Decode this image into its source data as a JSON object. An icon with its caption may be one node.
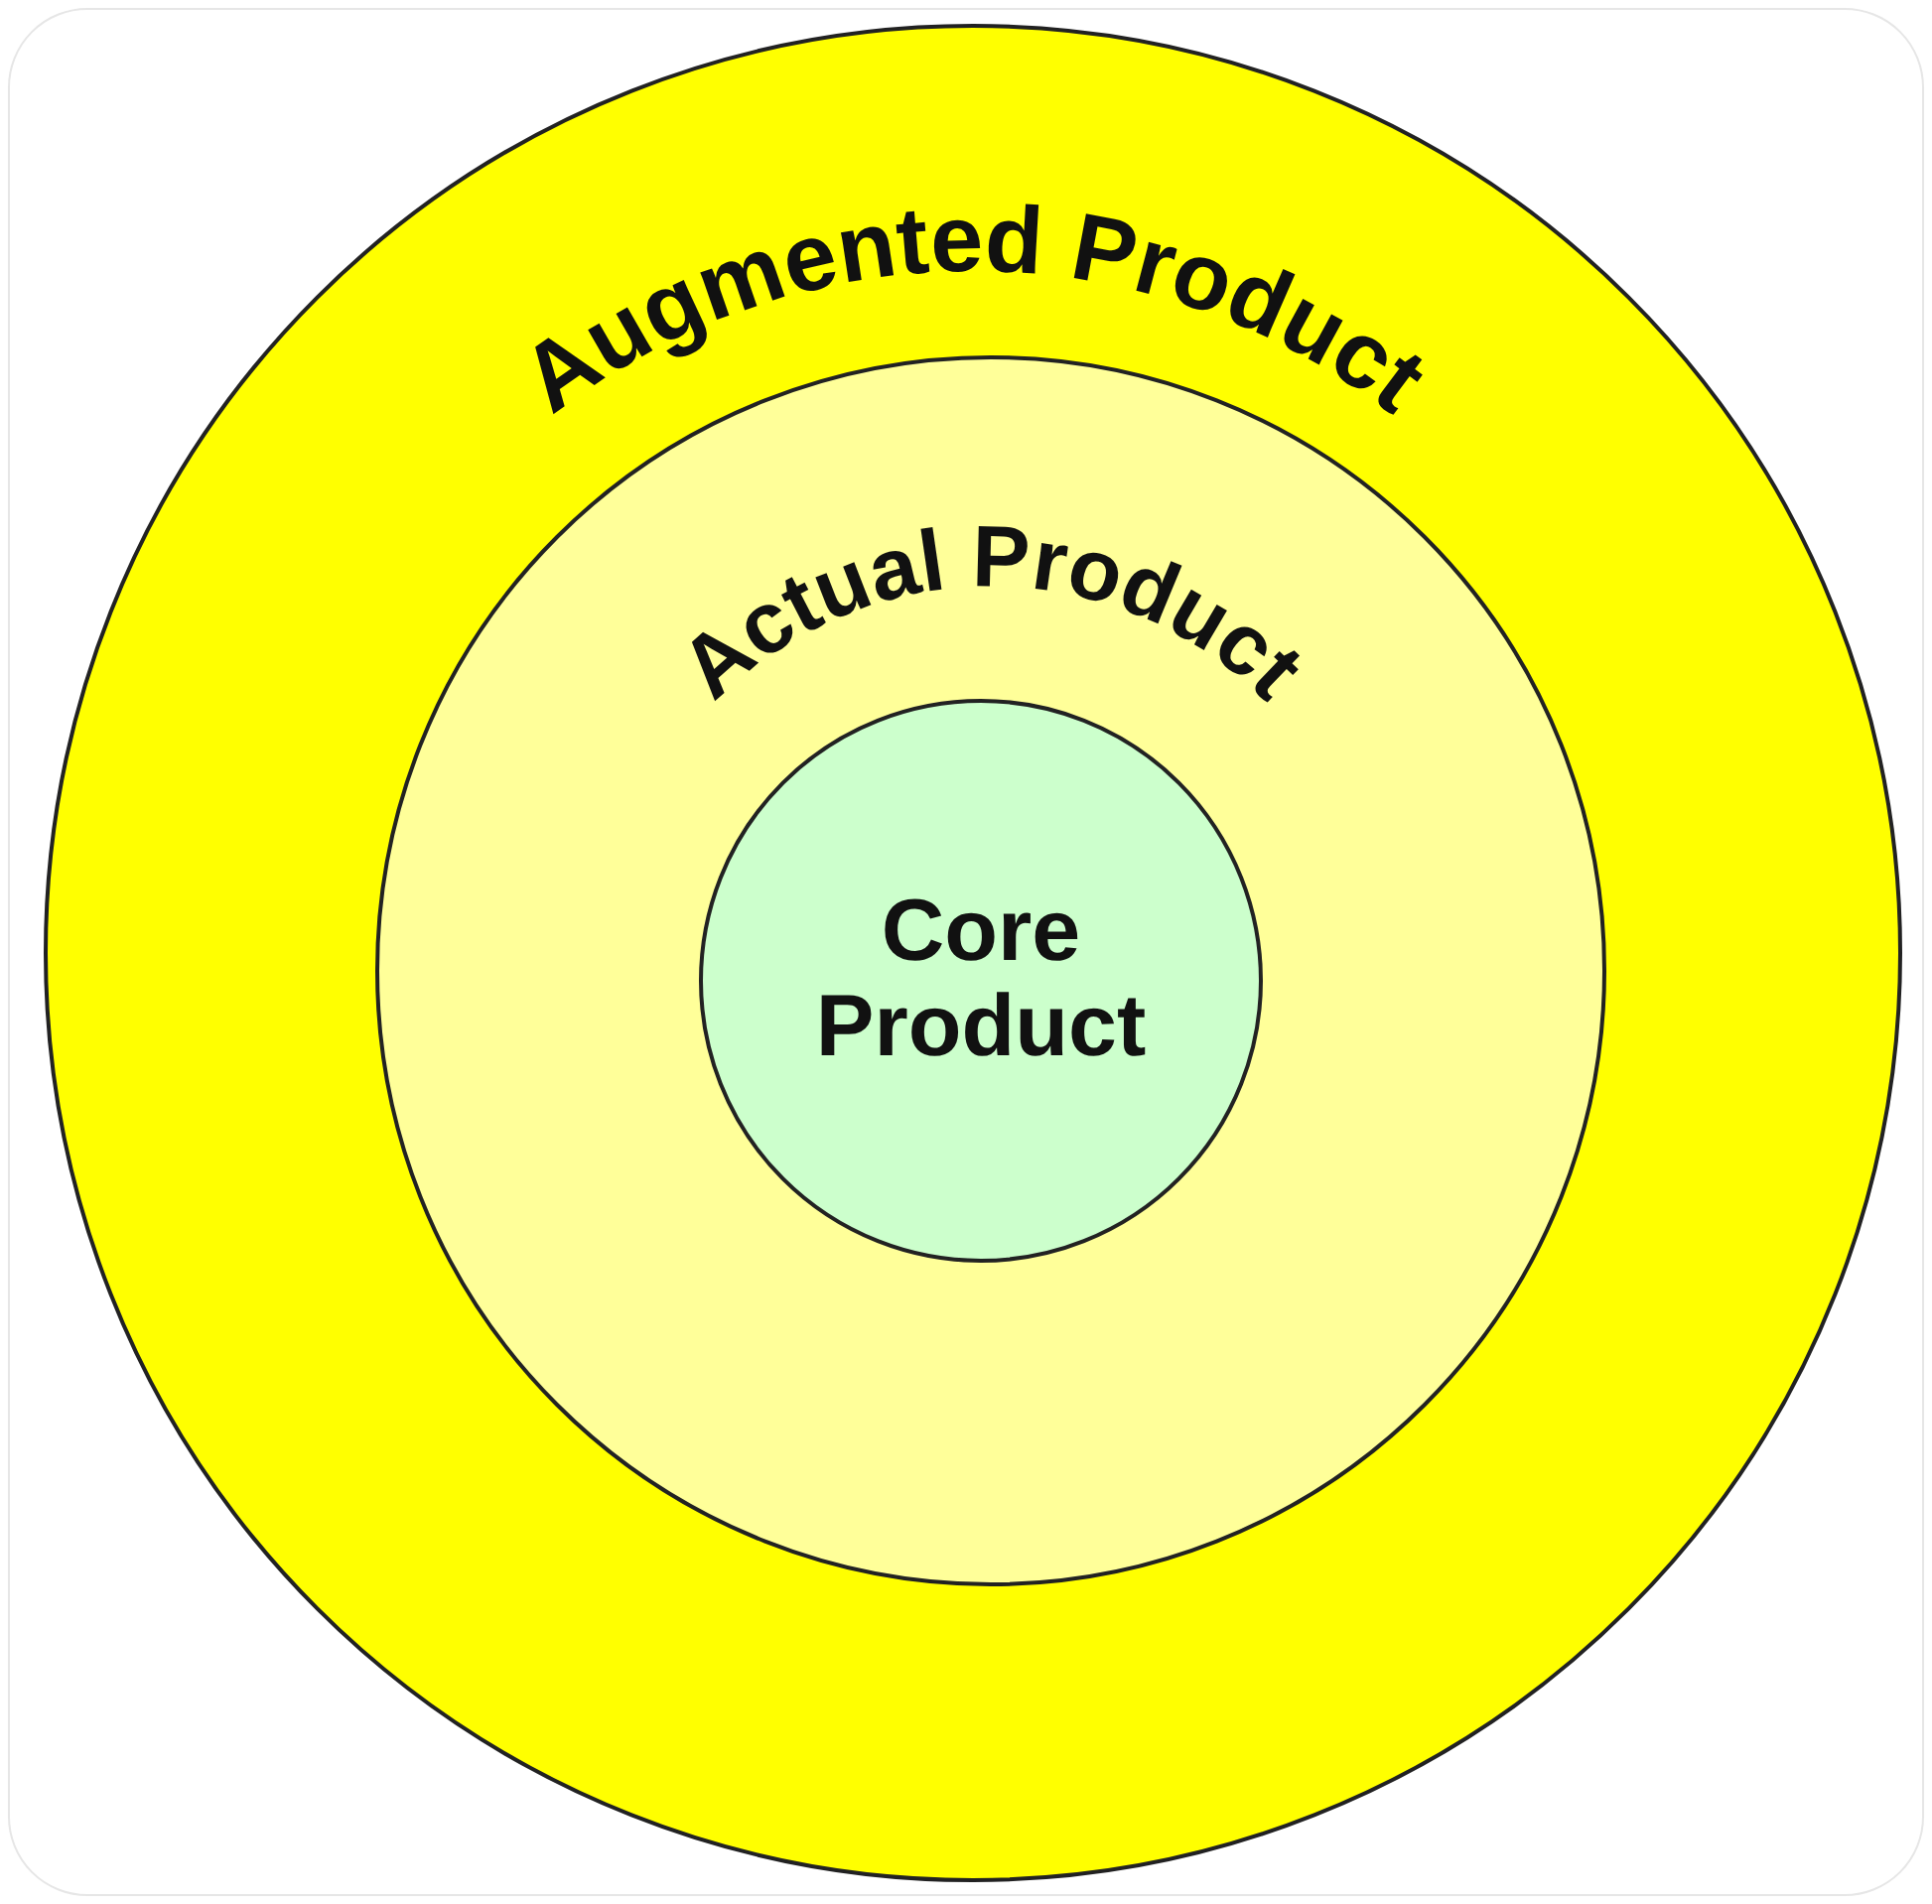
{
  "diagram": {
    "nodes": [
      {
        "text": [
          "Augmented Product"
        ]
      },
      {
        "text": [
          "Actual Product"
        ],
        "in": 0
      },
      {
        "text": [
          "Core Product"
        ],
        "in": 1
      }
    ]
  }
}
